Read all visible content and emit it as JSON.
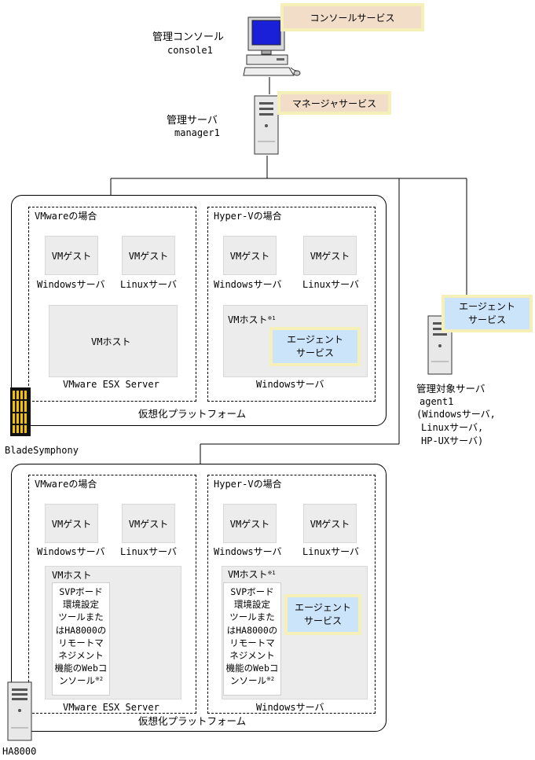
{
  "console": {
    "name": "管理コンソール",
    "host": "console1",
    "service": "コンソールサービス"
  },
  "manager": {
    "name": "管理サーバ",
    "host": "manager1",
    "service": "マネージャサービス"
  },
  "agent_server": {
    "service_line1": "エージェント",
    "service_line2": "サービス",
    "name": "管理対象サーバ",
    "host": "agent1",
    "os_line1": "(Windowsサーバ,",
    "os_line2": "Linuxサーバ,",
    "os_line3": "HP-UXサーバ)"
  },
  "upper": {
    "vmware_title": "VMwareの場合",
    "hyperv_title": "Hyper-Vの場合",
    "vm_guest": "VMゲスト",
    "windows_server": "Windowsサーバ",
    "linux_server": "Linuxサーバ",
    "vm_host": "VMホスト",
    "vm_host_note": "※1",
    "esx": "VMware ESX Server",
    "agent_line1": "エージェント",
    "agent_line2": "サービス",
    "hyperv_os": "Windowsサーバ",
    "platform": "仮想化プラットフォーム",
    "device": "BladeSymphony"
  },
  "lower": {
    "vmware_title": "VMwareの場合",
    "hyperv_title": "Hyper-Vの場合",
    "vm_guest": "VMゲスト",
    "windows_server": "Windowsサーバ",
    "linux_server": "Linuxサーバ",
    "vm_host": "VMホスト",
    "vm_host_note": "※1",
    "svp_lines": [
      "SVPボード",
      "環境設定",
      "ツールまた",
      "はHA8000の",
      "リモートマ",
      "ネジメント",
      "機能のWebコ",
      "ンソール"
    ],
    "svp_note": "※2",
    "esx": "VMware ESX Server",
    "agent_line1": "エージェント",
    "agent_line2": "サービス",
    "hyperv_os": "Windowsサーバ",
    "platform": "仮想化プラットフォーム",
    "device": "HA8000"
  }
}
